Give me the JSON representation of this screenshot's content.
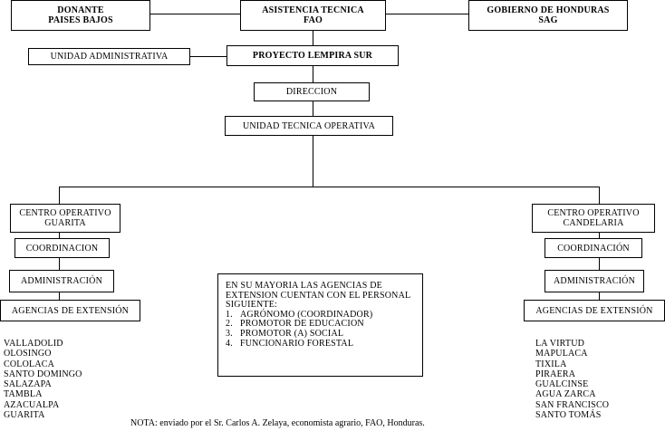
{
  "top": {
    "donor": [
      "DONANTE",
      "PAISES BAJOS"
    ],
    "technical": [
      "ASISTENCIA TECNICA",
      "FAO"
    ],
    "government": [
      "GOBIERNO DE HONDURAS",
      "SAG"
    ]
  },
  "admin_unit": "UNIDAD ADMINISTRATIVA",
  "project": "PROYECTO LEMPIRA SUR",
  "direction": "DIRECCION",
  "technical_unit": "UNIDAD TECNICA OPERATIVA",
  "left": {
    "center": [
      "CENTRO OPERATIVO",
      "GUARITA"
    ],
    "coordination": "COORDINACION",
    "administration": "ADMINISTRACIÓN",
    "agencies": "AGENCIAS DE EXTENSIÓN",
    "places": [
      "VALLADOLID",
      "OLOSINGO",
      "COLOLACA",
      "SANTO DOMINGO",
      "SALAZAPA",
      "TAMBLA",
      "AZACUALPA",
      "GUARITA"
    ]
  },
  "right": {
    "center": [
      "CENTRO OPERATIVO",
      "CANDELARIA"
    ],
    "coordination": "COORDINACIÓN",
    "administration": "ADMINISTRACIÓN",
    "agencies": "AGENCIAS DE EXTENSIÓN",
    "places": [
      "LA VIRTUD",
      "MAPULACA",
      "TIXILA",
      "PIRAERA",
      "GUALCINSE",
      "AGUA ZARCA",
      "SAN FRANCISCO",
      "SANTO TOMÁS"
    ]
  },
  "staff_note": {
    "intro": "EN SU MAYORIA LAS AGENCIAS DE EXTENSION CUENTAN CON EL PERSONAL SIGUIENTE:",
    "items": [
      {
        "num": "1.",
        "text": "AGRÓNOMO (COORDINADOR)"
      },
      {
        "num": "2.",
        "text": "PROMOTOR DE EDUCACION"
      },
      {
        "num": "3.",
        "text": "PROMOTOR (A) SOCIAL"
      },
      {
        "num": "4.",
        "text": "FUNCIONARIO FORESTAL"
      }
    ]
  },
  "footnote": "NOTA:  enviado por el Sr. Carlos A. Zelaya, economista agrario, FAO, Honduras."
}
